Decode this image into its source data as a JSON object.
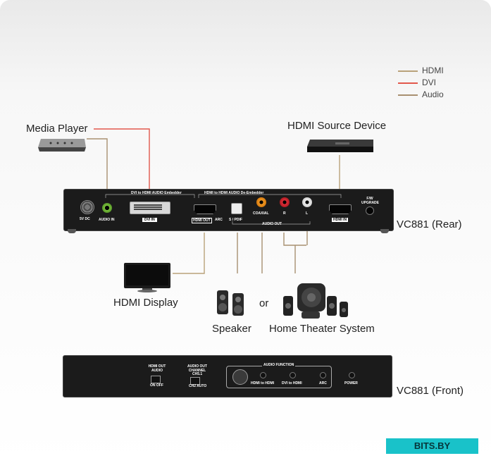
{
  "legend": {
    "items": [
      {
        "label": "HDMI",
        "color": "#b9a27a"
      },
      {
        "label": "DVI",
        "color": "#e2584c"
      },
      {
        "label": "Audio",
        "color": "#a89070"
      }
    ]
  },
  "devices": {
    "media_player": "Media Player",
    "hdmi_source": "HDMI Source Device",
    "hdmi_display": "HDMI Display",
    "speaker": "Speaker",
    "or": "or",
    "home_theater": "Home Theater System",
    "rear_label": "VC881 (Rear)",
    "front_label": "VC881 (Front)"
  },
  "rear_panel": {
    "dvi_embedder": "DVI to HDMI AUDIO Embedder",
    "hdmi_deembedder": "HDMI to HDMI AUDIO De-Embedder",
    "power_port": "5V DC",
    "audio_in": "AUDIO IN",
    "dvi_in": "DVI IN",
    "hdmi_out": "HDMI OUT",
    "arc": "ARC",
    "spdif": "S / PDIF",
    "coaxial": "COAXIAL",
    "r": "R",
    "l": "L",
    "audio_out": "AUDIO OUT",
    "hdmi_in": "HDMI IN",
    "fw_upgrade": "F/W UPGRADE"
  },
  "front_panel": {
    "hdmi_out_audio": "HDMI OUT AUDIO",
    "on_off": "ON OFF",
    "audio_out_channel": "AUDIO OUT CHANNEL",
    "ch51": "CH5.1",
    "ch2_auto": "CH2 AUTO",
    "audio_function": "AUDIO FUNCTION",
    "hdmi_to_hdmi": "HDMI to HDMI",
    "dvi_to_hdmi": "DVI to HDMI",
    "arc": "ARC",
    "power": "POWER"
  },
  "watermark": "BITS.BY"
}
